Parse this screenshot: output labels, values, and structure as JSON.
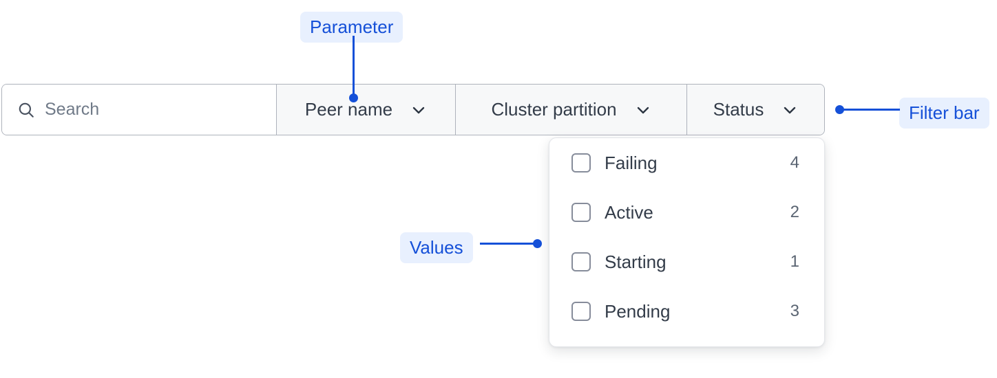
{
  "filter_bar": {
    "search": {
      "placeholder": "Search",
      "value": "",
      "icon": "search-icon"
    },
    "dropdowns": [
      {
        "label": "Peer name",
        "icon": "chevron-down-icon"
      },
      {
        "label": "Cluster partition",
        "icon": "chevron-down-icon"
      },
      {
        "label": "Status",
        "icon": "chevron-down-icon"
      }
    ]
  },
  "dropdown_panel": {
    "options": [
      {
        "label": "Failing",
        "count": "4",
        "checked": false
      },
      {
        "label": "Active",
        "count": "2",
        "checked": false
      },
      {
        "label": "Starting",
        "count": "1",
        "checked": false
      },
      {
        "label": "Pending",
        "count": "3",
        "checked": false
      }
    ]
  },
  "annotations": [
    {
      "label": "Parameter"
    },
    {
      "label": "Filter bar"
    },
    {
      "label": "Values"
    }
  ],
  "colors": {
    "accent": "#1550d8",
    "accent_pill_bg": "#e8f0fe",
    "text": "#333c49",
    "muted_text": "#5a6472",
    "border": "#adb2bb",
    "cell_bg": "#f7f8f9",
    "panel_bg": "#ffffff"
  }
}
